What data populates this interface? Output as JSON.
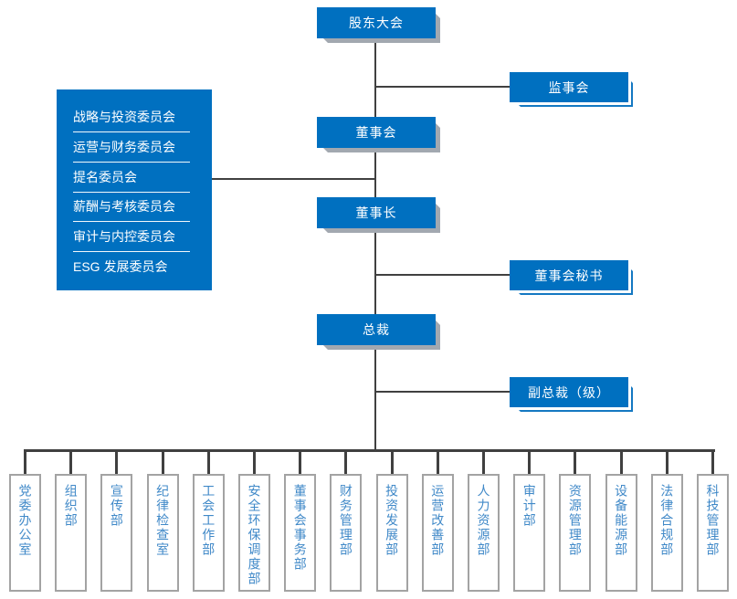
{
  "nodes": {
    "shareholders": "股东大会",
    "supervisory": "监事会",
    "board": "董事会",
    "chairman": "董事长",
    "board_secretary": "董事会秘书",
    "president": "总裁",
    "vice_president": "副总裁（级）"
  },
  "committees": [
    "战略与投资委员会",
    "运营与财务委员会",
    "提名委员会",
    "薪酬与考核委员会",
    "审计与内控委员会",
    "ESG 发展委员会"
  ],
  "departments": [
    "党委办公室",
    "组织部",
    "宣传部",
    "纪律检查室",
    "工会工作部",
    "安全环保调度部",
    "董事会事务部",
    "财务管理部",
    "投资发展部",
    "运营改善部",
    "人力资源部",
    "审计部",
    "资源管理部",
    "设备能源部",
    "法律合规部",
    "科技管理部"
  ],
  "colors": {
    "node_blue": "#0070c0",
    "gray_shadow": "#a2a8b0",
    "white_shadow_border": "#1478c2",
    "connector": "#404040",
    "department_text": "#4089c8",
    "department_border": "#a3a3a3"
  }
}
